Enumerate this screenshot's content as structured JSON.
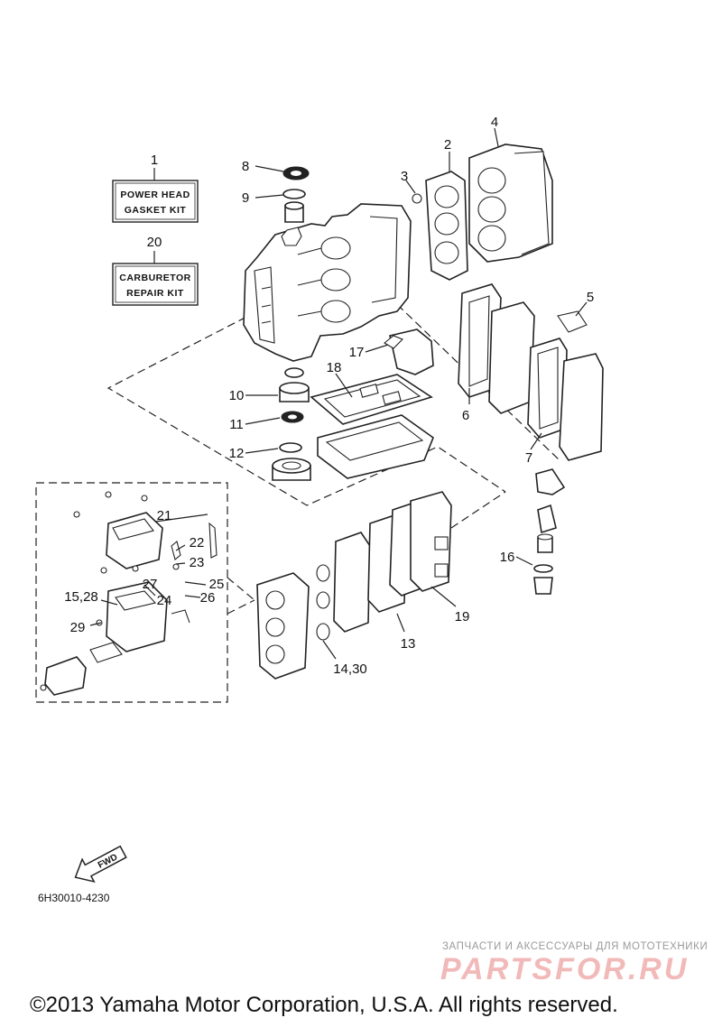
{
  "kits": [
    {
      "number": "1",
      "line1": "POWER HEAD",
      "line2": "GASKET KIT"
    },
    {
      "number": "20",
      "line1": "CARBURETOR",
      "line2": "REPAIR KIT"
    }
  ],
  "callouts": {
    "c2": "2",
    "c3": "3",
    "c4": "4",
    "c5": "5",
    "c6": "6",
    "c7": "7",
    "c8": "8",
    "c9": "9",
    "c10": "10",
    "c11": "11",
    "c12": "12",
    "c13": "13",
    "c14_30": "14,30",
    "c15_28": "15,28",
    "c16": "16",
    "c17": "17",
    "c18": "18",
    "c19": "19",
    "c21": "21",
    "c22": "22",
    "c23": "23",
    "c24": "24",
    "c25": "25",
    "c26": "26",
    "c27": "27",
    "c29": "29"
  },
  "fwd_label": "FWD",
  "diagram_part_number": "6H30010-4230",
  "watermark": {
    "tagline": "ЗАПЧАСТИ И АКСЕССУАРЫ ДЛЯ МОТОТЕХНИКИ",
    "brand": "PARTSFOR.RU"
  },
  "copyright": "©2013 Yamaha Motor Corporation, U.S.A. All rights reserved."
}
